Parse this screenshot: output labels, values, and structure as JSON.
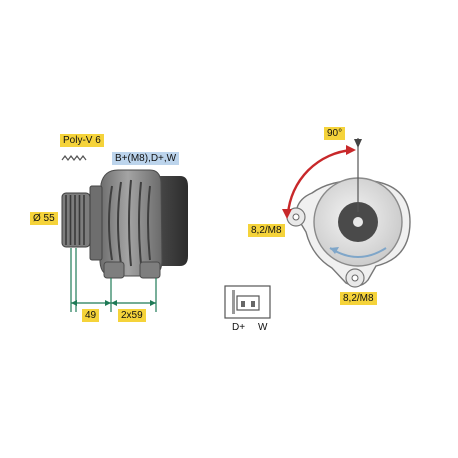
{
  "labels": {
    "pulley": "Poly-V 6",
    "terminals": "B+(M8),D+,W",
    "diameter": "Ø 55",
    "offset": "49",
    "spacing": "2x59",
    "angle": "90°",
    "mount_left": "8,2/M8",
    "mount_bottom": "8,2/M8",
    "plug_left": "D+",
    "plug_right": "W"
  },
  "colors": {
    "label_yellow": "#f5d33a",
    "label_blue": "#bcd4ec",
    "rotation_arrow": "#c8282a",
    "dimension_line": "#1e7a56",
    "direction_arrow": "#7fa6c9",
    "body_gray": "#8b8b8b"
  }
}
